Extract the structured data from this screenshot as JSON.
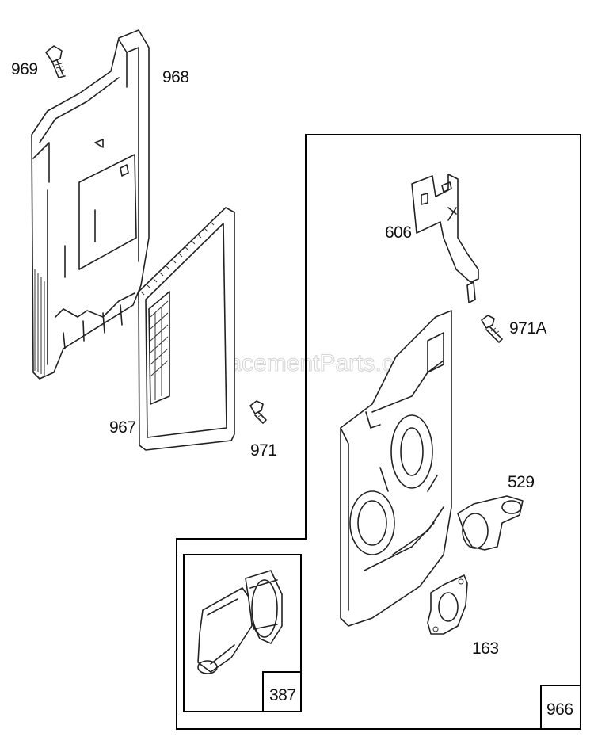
{
  "watermark": "eReplacementParts.com",
  "parts": {
    "p969": "969",
    "p968": "968",
    "p967": "967",
    "p971": "971",
    "p606": "606",
    "p971a": "971A",
    "p529": "529",
    "p163": "163",
    "p387": "387",
    "p966": "966"
  }
}
